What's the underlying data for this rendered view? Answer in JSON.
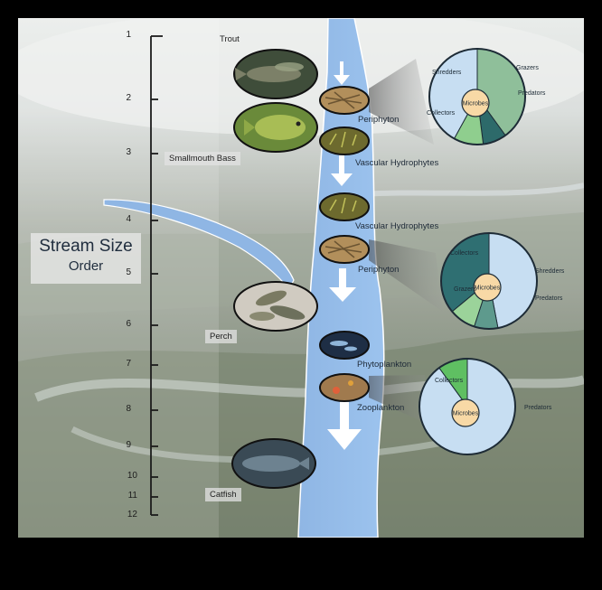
{
  "stream_label": {
    "title": "Stream Size",
    "subtitle": "Order"
  },
  "order_numbers": [
    "1",
    "2",
    "3",
    "4",
    "5",
    "6",
    "7",
    "8",
    "9",
    "10",
    "11",
    "12"
  ],
  "fish": [
    "Trout",
    "Smallmouth Bass",
    "Perch",
    "Catfish"
  ],
  "stages": [
    "Periphyton",
    "Vascular Hydrophytes",
    "Vascular Hydrophytes",
    "Periphyton",
    "Phytoplankton",
    "Zooplankton"
  ],
  "pies": [
    {
      "slices": [
        {
          "label": "Shredders",
          "value": 40,
          "color": "#8fbf9a"
        },
        {
          "label": "Grazers",
          "value": 8,
          "color": "#2d6a6a"
        },
        {
          "label": "Predators",
          "value": 10,
          "color": "#8fce8e"
        },
        {
          "label": "Collectors",
          "value": 42,
          "color": "#c7def2"
        }
      ],
      "center": "Microbes"
    },
    {
      "slices": [
        {
          "label": "Collectors",
          "value": 47,
          "color": "#c7def2"
        },
        {
          "label": "Shredders",
          "value": 8,
          "color": "#5e9a8d"
        },
        {
          "label": "Predators",
          "value": 9,
          "color": "#9bd39a"
        },
        {
          "label": "Grazers",
          "value": 36,
          "color": "#2f6f72"
        }
      ],
      "center": "Microbes"
    },
    {
      "slices": [
        {
          "label": "Collectors",
          "value": 90,
          "color": "#c7def2"
        },
        {
          "label": "Predators",
          "value": 10,
          "color": "#5fbf62"
        }
      ],
      "center": "Microbes"
    }
  ]
}
